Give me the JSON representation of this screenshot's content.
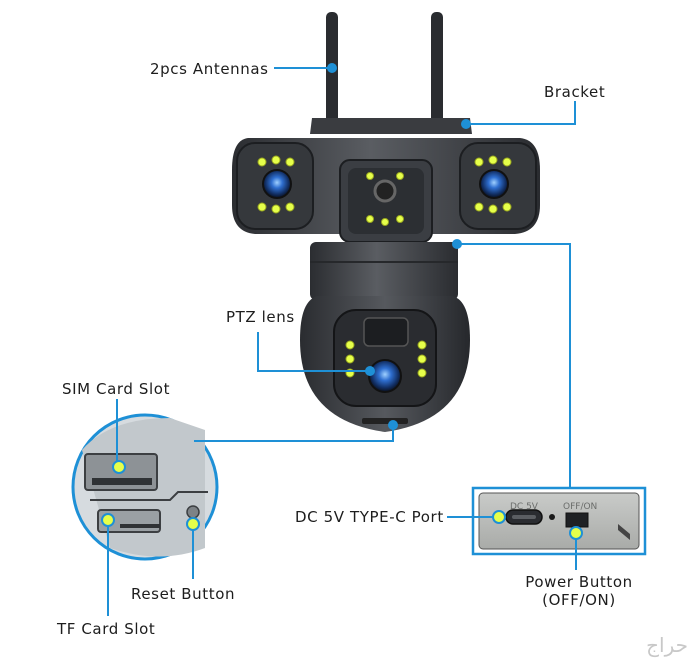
{
  "colors": {
    "callout_line": "#1e90d6",
    "body_dark": "#3a3d42",
    "body_mid": "#54575c",
    "led": "#e6ff4a",
    "lens": "#1a4f9c"
  },
  "labels": {
    "antennas": "2pcs Antennas",
    "bracket": "Bracket",
    "ptz_lens": "PTZ lens",
    "sim_card_slot": "SIM Card Slot",
    "dc_port": "DC 5V TYPE-C Port",
    "power_button_line1": "Power Button",
    "power_button_line2": "(OFF/ON)",
    "reset_button": "Reset Button",
    "tf_card_slot": "TF Card Slot"
  },
  "panel_text": {
    "dc": "DC 5V",
    "off_on": "OFF/ON"
  },
  "watermark": "حراج"
}
